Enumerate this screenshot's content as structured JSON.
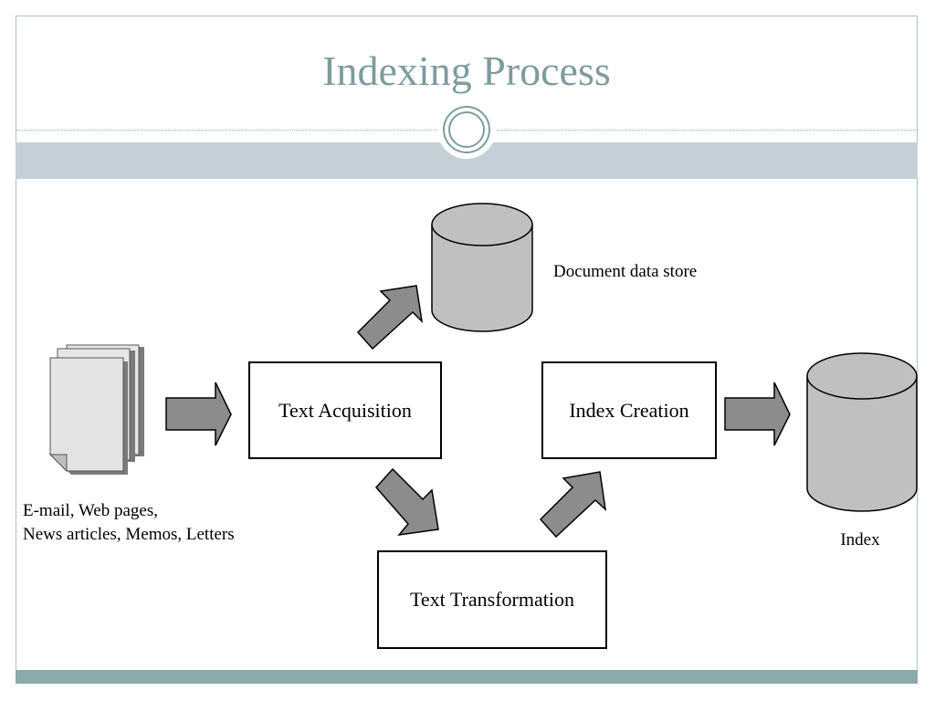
{
  "slide": {
    "title": "Indexing Process"
  },
  "diagram": {
    "sources_label_line1": "E-mail, Web pages,",
    "sources_label_line2": "News articles, Memos, Letters",
    "text_acquisition": "Text Acquisition",
    "text_transformation": "Text Transformation",
    "index_creation": "Index Creation",
    "document_store_label": "Document data store",
    "index_label": "Index"
  },
  "colors": {
    "title": "#7c9c9f",
    "header_band": "#c3d0d7",
    "footer_band": "#8aaaab",
    "arrow_fill": "#8c8c8c",
    "cylinder_fill": "#c0c0c0"
  }
}
